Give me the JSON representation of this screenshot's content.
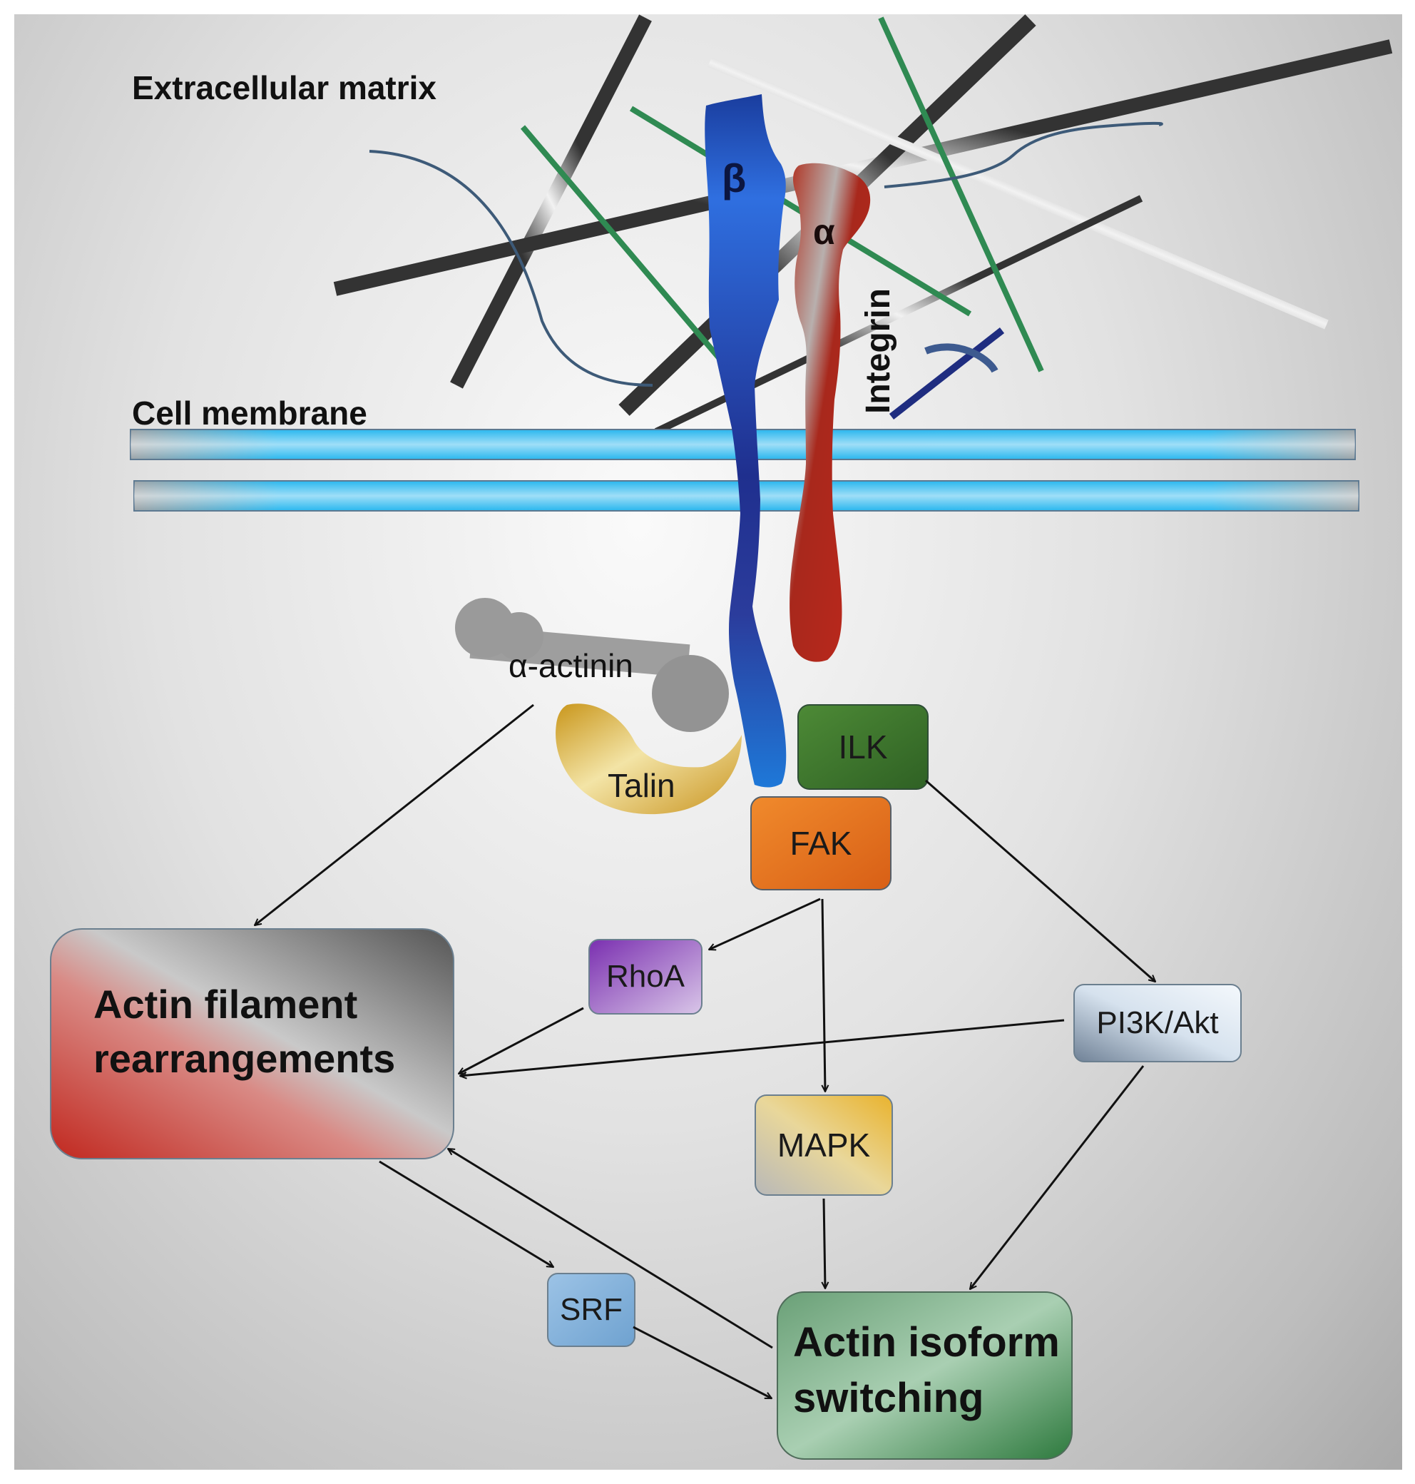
{
  "labels": {
    "extracellular_matrix": "Extracellular matrix",
    "cell_membrane": "Cell membrane",
    "beta": "β",
    "alpha": "α",
    "integrin": "Integrin",
    "alpha_actinin": "α-actinin",
    "talin": "Talin"
  },
  "nodes": {
    "ilk": "ILK",
    "fak": "FAK",
    "rhoa": "RhoA",
    "pi3k_akt": "PI3K/Akt",
    "mapk": "MAPK",
    "srf": "SRF"
  },
  "outcomes": {
    "actin_filament": [
      "Actin filament",
      "rearrangements"
    ],
    "actin_isoform": [
      "Actin isoform",
      "switching"
    ]
  },
  "colors": {
    "ilk": "#3f7a2f",
    "fak": "#e8731f",
    "rhoa": "#8a3fb6",
    "beta_integrin": "#1f4fb0",
    "alpha_integrin": "#a8281c",
    "talin": "#d4a52a",
    "membrane": "#2ab8ef"
  }
}
